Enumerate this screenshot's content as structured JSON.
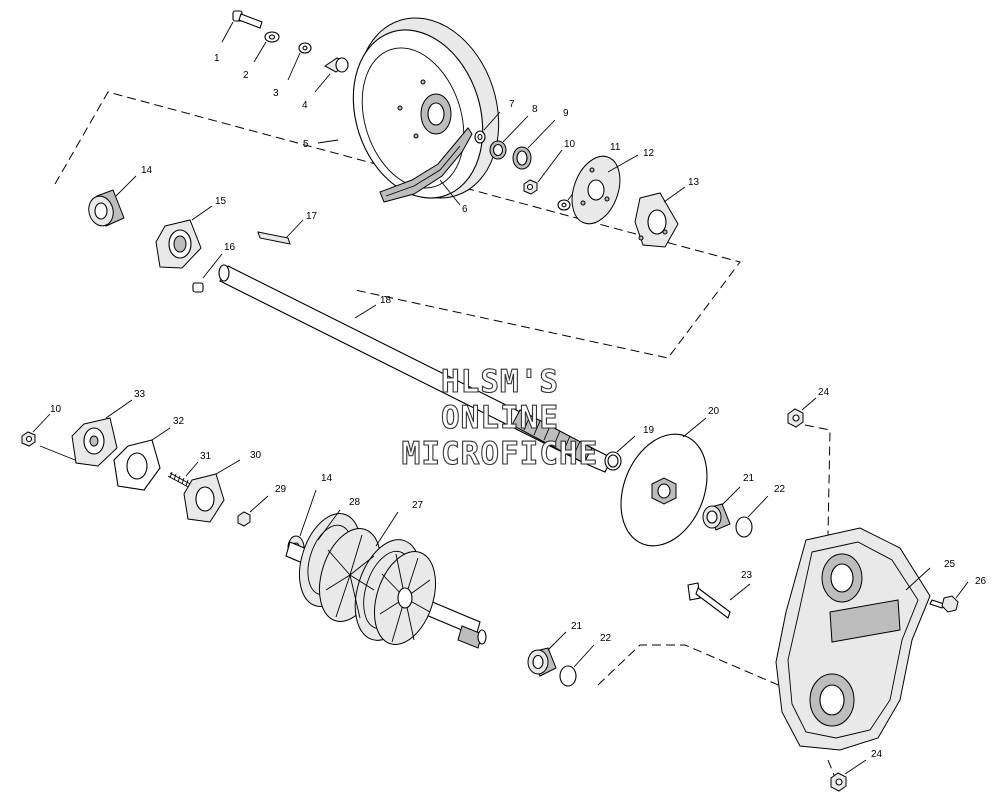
{
  "watermark": {
    "line1": "HLSM'S",
    "line2": "ONLINE",
    "line3": "MICROFICHE"
  },
  "callouts": {
    "c1": "1",
    "c2": "2",
    "c3": "3",
    "c4": "4",
    "c5": "5",
    "c6": "6",
    "c7": "7",
    "c8": "8",
    "c9": "9",
    "c10a": "10",
    "c11": "11",
    "c12": "12",
    "c13": "13",
    "c14a": "14",
    "c15": "15",
    "c16": "16",
    "c17": "17",
    "c18": "18",
    "c10b": "10",
    "c33": "33",
    "c32": "32",
    "c31": "31",
    "c30": "30",
    "c29": "29",
    "c14b": "14",
    "c28": "28",
    "c27": "27",
    "c19": "19",
    "c20": "20",
    "c21a": "21",
    "c22a": "22",
    "c23": "23",
    "c24a": "24",
    "c25": "25",
    "c26": "26",
    "c21b": "21",
    "c22b": "22",
    "c24b": "24"
  }
}
